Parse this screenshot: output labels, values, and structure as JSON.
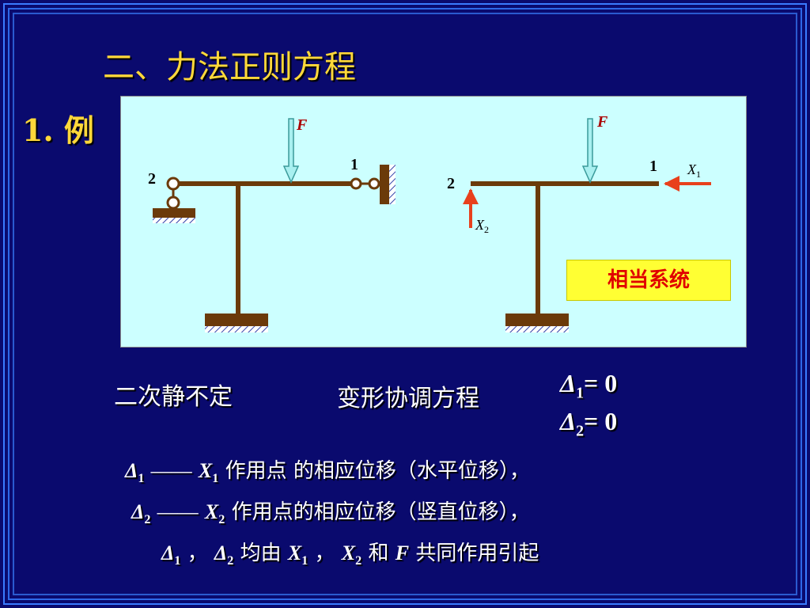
{
  "title": "二、力法正则方程",
  "example_label": "1.  例",
  "diagram": {
    "left": {
      "force_label": "F",
      "node1_label": "1",
      "node2_label": "2"
    },
    "right": {
      "force_label": "F",
      "node1_label": "1",
      "node2_label": "2",
      "x1_label": "X",
      "x1_sub": "1",
      "x2_label": "X",
      "x2_sub": "2"
    },
    "equivalent_system": "相当系统"
  },
  "indeterminacy": "二次静不定",
  "compatibility_label": "变形协调方程",
  "equations": {
    "eq1": {
      "sym": "Δ",
      "sub": "1",
      "rest": "= 0"
    },
    "eq2": {
      "sym": "Δ",
      "sub": "2",
      "rest": "= 0"
    }
  },
  "explanations": {
    "line1": {
      "sym": "Δ",
      "sub": "1",
      "dash": "——",
      "x": "X",
      "xsub": "1",
      "text": "作用点 的相应位移（水平位移），"
    },
    "line2": {
      "sym": "Δ",
      "sub": "2",
      "dash": "——",
      "x": "X",
      "xsub": "2",
      "text": "作用点的相应位移（竖直位移），"
    },
    "line3": {
      "s1": "Δ",
      "s1sub": "1",
      "comma1": "，",
      "s2": "Δ",
      "s2sub": "2",
      "t1": "均由",
      "x1": "X",
      "x1sub": "1",
      "comma2": "，",
      "x2": "X",
      "x2sub": "2",
      "and": "和",
      "f": "F",
      "t2": "共同作用引起"
    }
  },
  "colors": {
    "background": "#0a0a6e",
    "title": "#ffd83a",
    "panel": "#ccffff",
    "member": "#6b3a0a",
    "arrow_red": "#e8401c",
    "arrow_cyan": "#a8f0f0",
    "badge_bg": "#ffff33",
    "badge_text": "#e00000"
  }
}
